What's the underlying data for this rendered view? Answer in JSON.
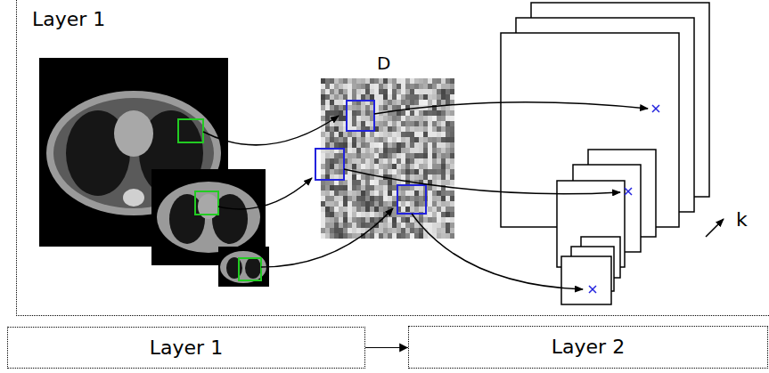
{
  "diagram": {
    "nodes": [
      {
        "text": [
          "Layer 1"
        ]
      },
      {
        "text": [
          "Layer 1"
        ]
      },
      {
        "text": [
          "Layer 2"
        ]
      }
    ],
    "edges": [
      {
        "from": 1,
        "to": 2,
        "arrow": "to"
      }
    ],
    "labels": [
      "D",
      "k"
    ]
  }
}
